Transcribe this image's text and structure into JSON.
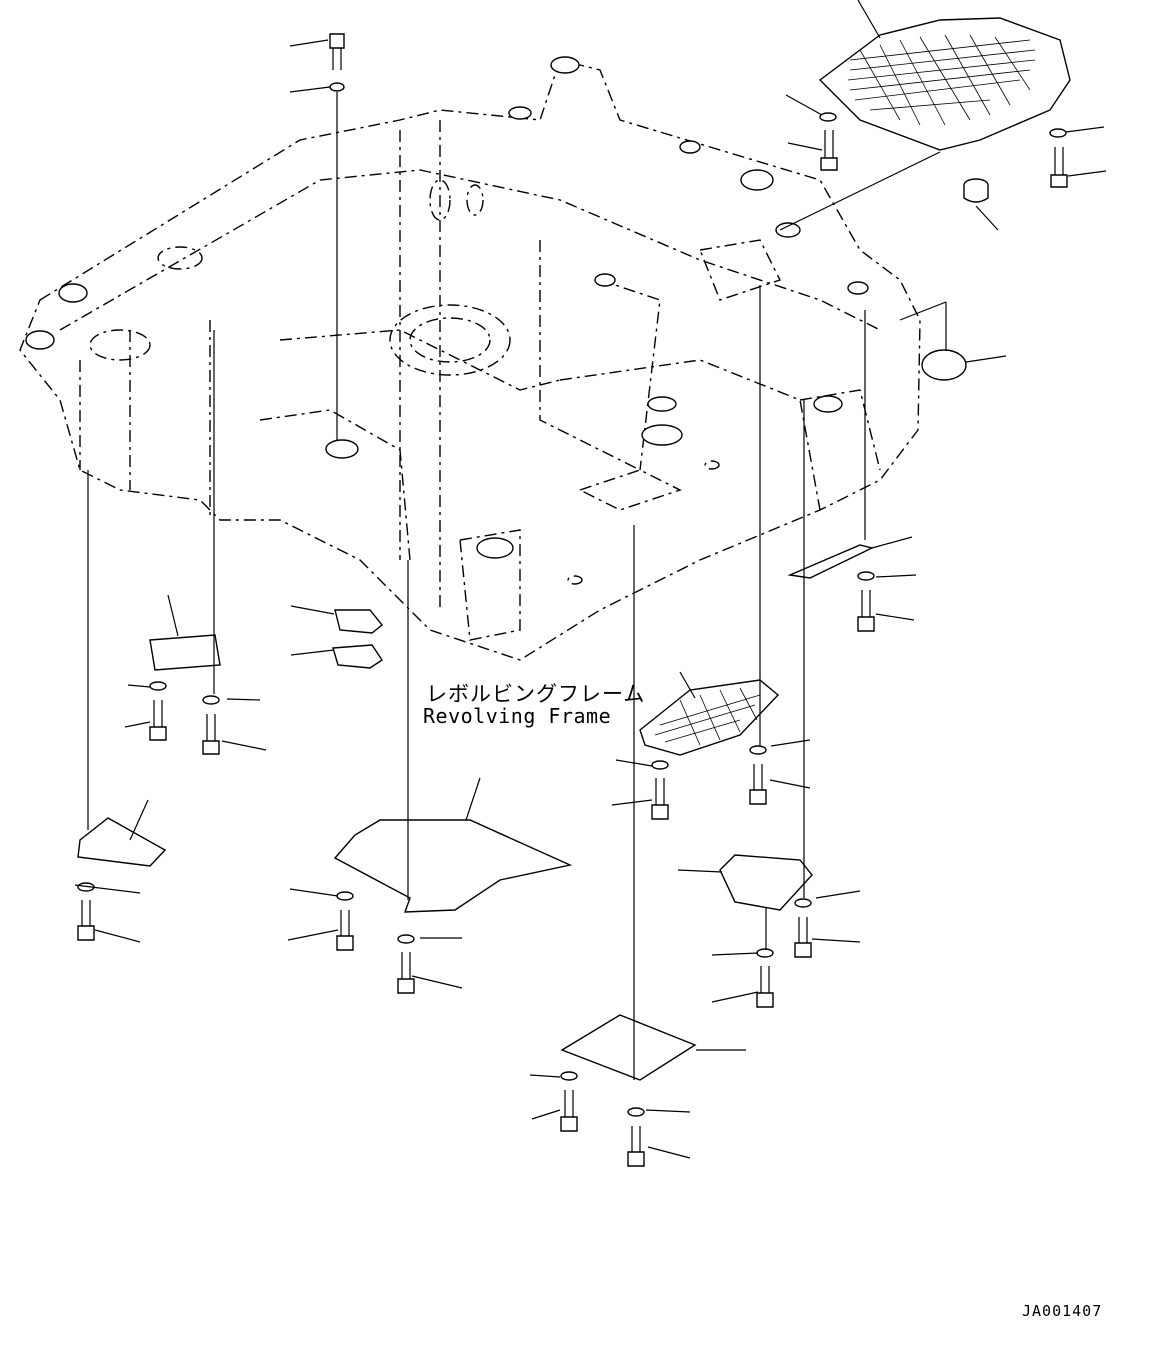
{
  "diagram": {
    "caption_japanese": "レボルビングフレーム",
    "caption_english": "Revolving Frame",
    "drawing_id": "JA001407"
  }
}
